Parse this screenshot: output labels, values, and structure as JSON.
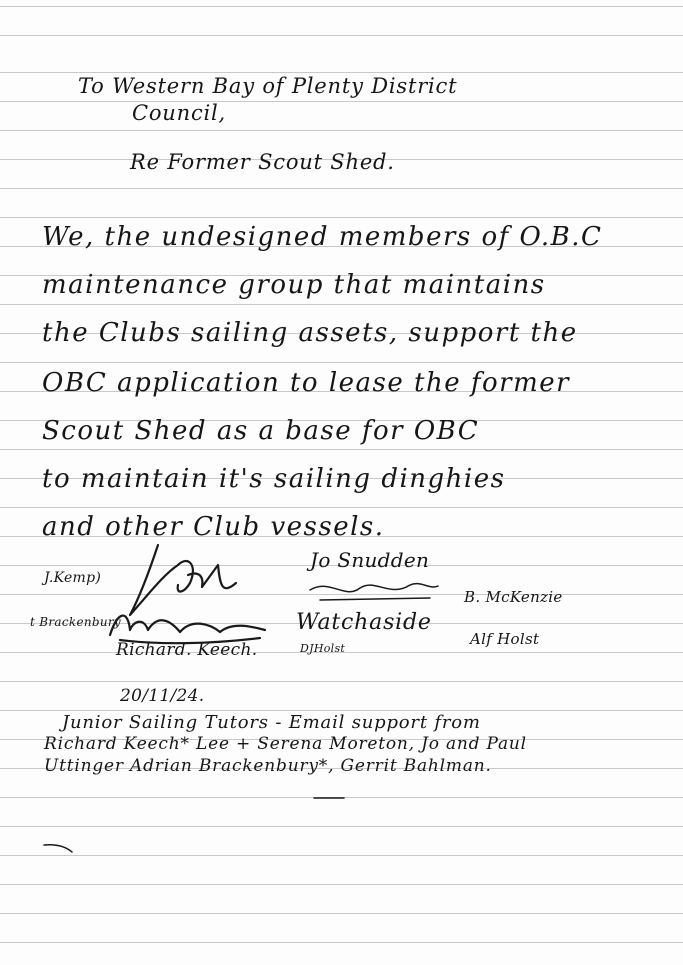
{
  "letter": {
    "salutation_line1": "To   Western Bay of Plenty District",
    "salutation_line2": "Council,",
    "subject": "Re  Former Scout Shed.",
    "body_lines": [
      "We, the undesigned members of O.B.C",
      "maintenance group that maintains",
      "the Clubs sailing assets, support the",
      "OBC application to lease the former",
      "Scout Shed as a base for OBC",
      "to maintain it's sailing dinghies",
      "and other Club vessels."
    ]
  },
  "signatures": {
    "j_kemp": "J.Kemp)",
    "jo_snudden": "Jo Snudden",
    "b_mckenzie": "B. McKenzie",
    "brackenbury": "t Brackenbury",
    "watcham": "Watchaside",
    "richard_keech": "Richard. Keech.",
    "alf_holst": "Alf Holst",
    "holst_small": "DJHolst"
  },
  "footer": {
    "date": "20/11/24.",
    "note_lines": [
      "Junior Sailing Tutors - Email support from",
      "Richard Keech* Lee + Serena Moreton, Jo and Paul",
      "Uttinger Adrian Brackenbury*, Gerrit Bahlman."
    ]
  }
}
